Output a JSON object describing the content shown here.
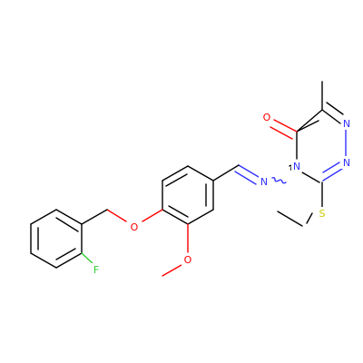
{
  "molecule": {
    "atom_labels": {
      "oxygen_carbonyl": "O",
      "nitrogen_ring_top": "N",
      "nitrogen_ring_bottom": "N",
      "nitrogen_ring_substituted": "N",
      "nitrogen_imine": "N",
      "sulfur": "S",
      "oxygen_ether": "O",
      "oxygen_methoxy": "O",
      "fluorine": "F"
    },
    "colors": {
      "carbon_bond": "#000000",
      "nitrogen": "#3333ff",
      "oxygen": "#ff0000",
      "sulfur": "#cccc00",
      "fluorine": "#33cc33",
      "background": "#ffffff"
    }
  }
}
